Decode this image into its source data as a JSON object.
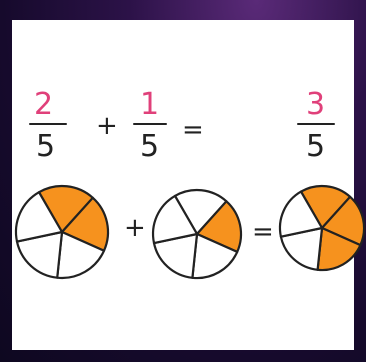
{
  "equation": {
    "fraction_a": {
      "numerator": "2",
      "denominator": "5"
    },
    "plus": "+",
    "fraction_b": {
      "numerator": "1",
      "denominator": "5"
    },
    "equals": "=",
    "fraction_result": {
      "numerator": "3",
      "denominator": "5"
    }
  },
  "pies": {
    "plus": "+",
    "equals": "=",
    "slices_total": 5,
    "pie_a_shaded": 2,
    "pie_b_shaded": 1,
    "pie_result_shaded": 3
  },
  "colors": {
    "shade": "#f6921e",
    "numerator": "#e0407a",
    "ink": "#222222",
    "card": "#ffffff"
  }
}
